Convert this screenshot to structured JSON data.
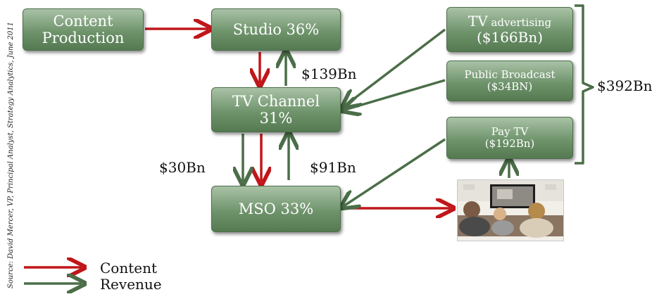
{
  "source_note": "Source: David Mercer, VP, Principal Analyst, Strategy Analytics, June 2011",
  "boxes": {
    "content_production": {
      "line1": "Content",
      "line2": "Production"
    },
    "studio": {
      "line1": "Studio 36%"
    },
    "tv_channel": {
      "line1": "TV Channel",
      "line2": "31%"
    },
    "mso": {
      "line1": "MSO 33%"
    },
    "tv_advertising": {
      "line1_big": "TV",
      "line1_small": " advertising",
      "line2": "($166Bn)"
    },
    "public_broadcast": {
      "line1": "Public Broadcast",
      "line2": "($34BN)"
    },
    "pay_tv": {
      "line1": "Pay TV",
      "line2": "($192Bn)"
    }
  },
  "flow_labels": {
    "studio_channel": "$139Bn",
    "channel_mso_content": "$30Bn",
    "mso_channel_revenue": "$91Bn",
    "total": "$392Bn"
  },
  "legend": {
    "content": "Content",
    "revenue": "Revenue"
  },
  "colors": {
    "content_arrow": "#c0161a",
    "revenue_arrow": "#4b6e48",
    "box_fill": "#6f946c"
  }
}
